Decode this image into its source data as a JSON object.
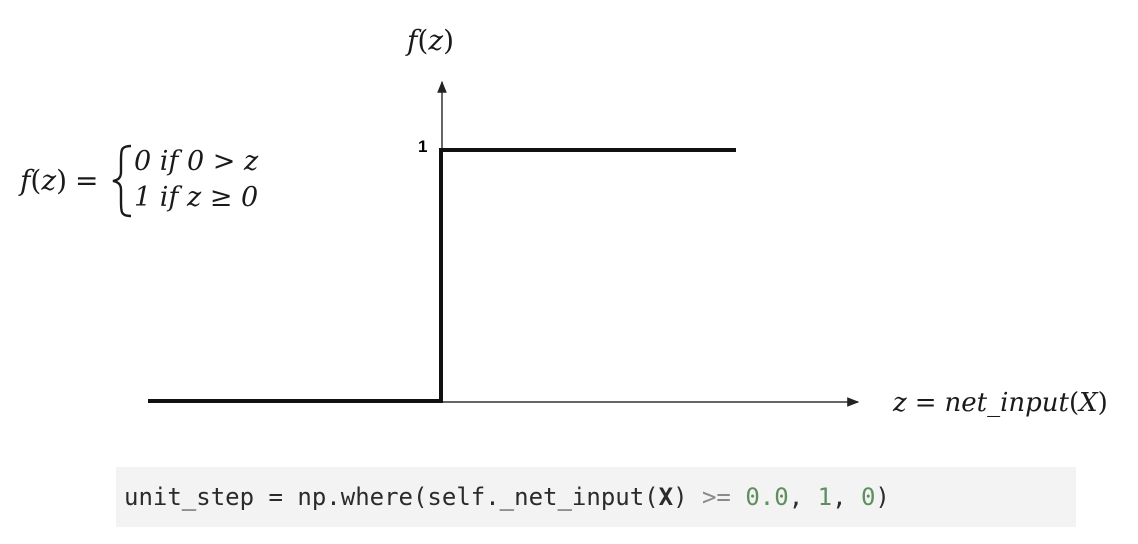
{
  "diagram": {
    "y_axis_label_f": "f",
    "y_axis_label_arg": "(z)",
    "x_axis_label_lhs": "z",
    "x_axis_label_eq": "=",
    "x_axis_label_fn": "net_input",
    "x_axis_label_arg": "(X)",
    "tick_one": "1",
    "formula": {
      "lhs_f": "f",
      "lhs_arg": "(z)",
      "eq": "=",
      "case1": "0 if 0 > z",
      "case2": "1 if z ≥ 0"
    }
  },
  "code": {
    "part1": "unit_step = np.where(self._net_input(",
    "part2": "X",
    "part3": ") ",
    "op": ">=",
    "sp": " ",
    "num1": "0.0",
    "sep1": ", ",
    "num2": "1",
    "sep2": ", ",
    "num3": "0",
    "close": ")"
  }
}
